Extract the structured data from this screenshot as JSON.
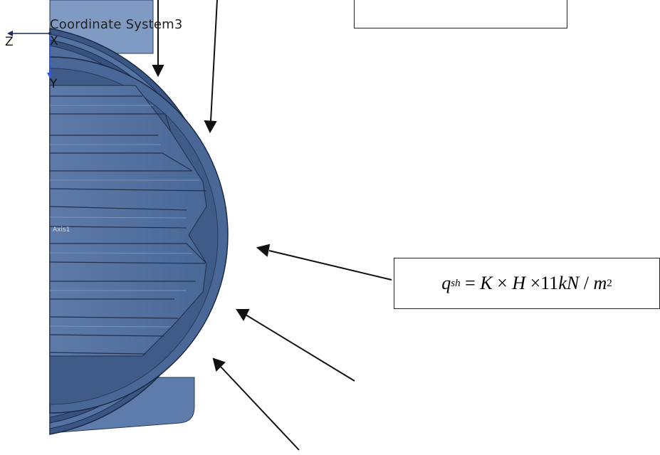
{
  "viewport": {
    "coordinate_system_label": "Coordinate System3",
    "axes": {
      "z": "Z",
      "x": "X",
      "y": "Y"
    },
    "axis_tag": "Axis1"
  },
  "formula_box": {
    "q": "q",
    "q_sub": "sh",
    "eq": " = ",
    "K": "K",
    "times1": " × ",
    "H": "H",
    "times2": " ×",
    "value": "11",
    "unit_k": "kN",
    "slash": " / ",
    "unit_m": "m",
    "exp": "2"
  },
  "colors": {
    "part_fill": "#4b6a9a",
    "part_dark": "#33507a",
    "part_light": "#7b97c2",
    "edge": "#1c2a44"
  }
}
